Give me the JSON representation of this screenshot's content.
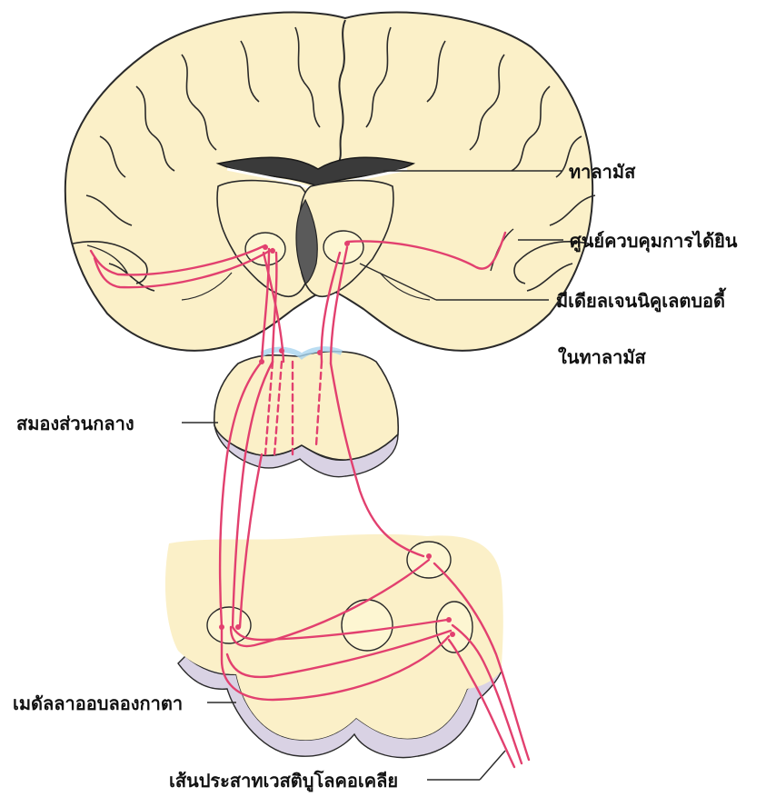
{
  "labels": {
    "thalamus": "ทาลามัส",
    "auditory_cortex": "ศูนย์ควบคุมการได้ยิน",
    "medial_geniculate_line1": "มีเดียลเจนนิคูเลตบอดี้",
    "medial_geniculate_line2": "ในทาลามัส",
    "midbrain": "สมองส่วนกลาง",
    "medulla": "เมดัลลาออบลองกาตา",
    "vestibulocochlear_nerve": "เส้นประสาทเวสติบูโลคอเคลีย"
  },
  "colors": {
    "tissue_fill": "#fbf0c8",
    "tissue_outline": "#2a2a2a",
    "pathway": "#e2406f",
    "underside_shading": "#d9d2e4",
    "nucleus_fill": "#fdf6d2"
  }
}
